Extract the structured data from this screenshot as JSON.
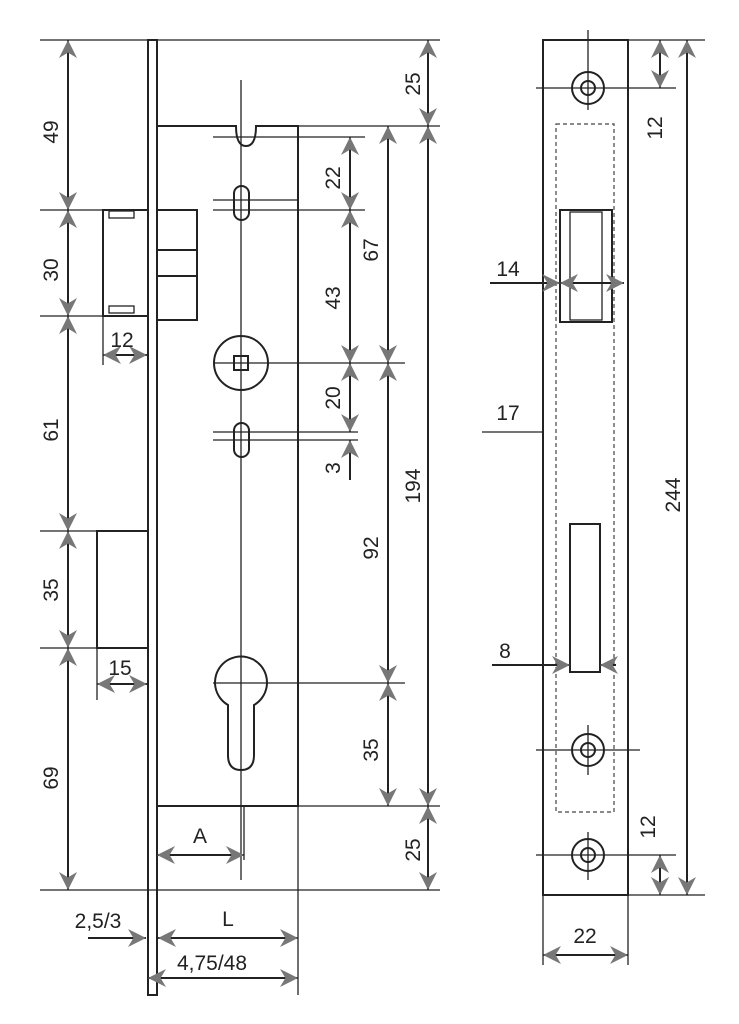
{
  "colors": {
    "line": "#222222",
    "metal_light": "#f4f4f4",
    "metal_dark": "#d2d2d2"
  },
  "lock_view": {
    "left_dims": [
      "49",
      "30",
      "61",
      "35",
      "69"
    ],
    "latch_depth": "12",
    "bolt_depth": "15",
    "right_dims_inner": [
      "22",
      "43",
      "20",
      "3"
    ],
    "right_dims_mid": [
      "67",
      "92",
      "35"
    ],
    "right_dims_outer": [
      "25",
      "194",
      "25"
    ],
    "bottom": {
      "plate_thickness": "2,5/3",
      "length_label": "L",
      "backset_label": "A",
      "width": "4,75/48"
    }
  },
  "strike_view": {
    "top_offset": "12",
    "bottom_offset": "12",
    "total_height": "244",
    "width": "22",
    "latch_opening": "14",
    "plate_label": "17",
    "bolt_opening": "8"
  }
}
